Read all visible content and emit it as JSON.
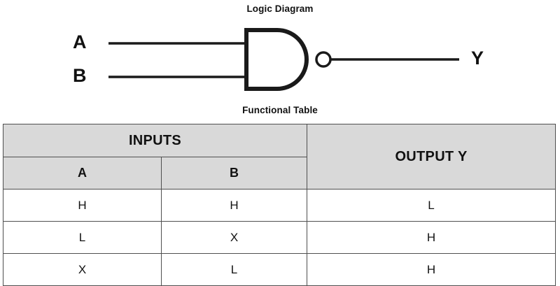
{
  "titles": {
    "logic_diagram": "Logic Diagram",
    "functional_table": "Functional Table"
  },
  "diagram": {
    "gate_type": "nand-gate",
    "inputs": [
      {
        "label": "A"
      },
      {
        "label": "B"
      }
    ],
    "output": {
      "label": "Y"
    },
    "colors": {
      "stroke": "#1a1a1a",
      "background": "#ffffff"
    }
  },
  "table": {
    "group_headers": [
      {
        "label": "INPUTS",
        "colspan": 2
      },
      {
        "label": "OUTPUT Y",
        "colspan": 1
      }
    ],
    "sub_headers": [
      "A",
      "B"
    ],
    "rows": [
      [
        "H",
        "H",
        "L"
      ],
      [
        "L",
        "X",
        "H"
      ],
      [
        "X",
        "L",
        "H"
      ]
    ],
    "colors": {
      "header_background": "#d9d9d9",
      "border": "#4f4f4f",
      "cell_background": "#ffffff",
      "text": "#111111"
    }
  }
}
